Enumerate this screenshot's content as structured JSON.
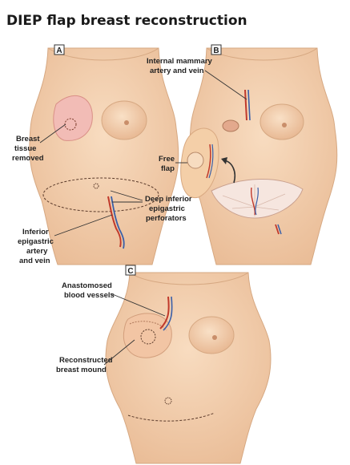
{
  "title": "DIEP flap breast reconstruction",
  "panels": {
    "a": {
      "letter": "A",
      "breast_tissue_removed": [
        "Breast",
        "tissue",
        "removed"
      ],
      "deep_inferior": [
        "Deep inferior",
        "epigastric",
        "perforators"
      ],
      "inferior_epigastric": [
        "Inferior",
        "epigastric",
        "artery",
        "and vein"
      ]
    },
    "b": {
      "letter": "B",
      "internal_mammary": [
        "Internal mammary",
        "artery and vein"
      ],
      "free_flap": [
        "Free",
        "flap"
      ]
    },
    "c": {
      "letter": "C",
      "anastomosed": [
        "Anastomosed",
        "blood vessels"
      ],
      "reconstructed": [
        "Reconstructed",
        "breast mound"
      ]
    }
  },
  "colors": {
    "skin": "#f3d1b0",
    "skin_shade": "#e4b48f",
    "outline": "#c99a76",
    "artery": "#c0392b",
    "vein": "#3a5fa8",
    "breast_removed": "#f0b9b0"
  }
}
